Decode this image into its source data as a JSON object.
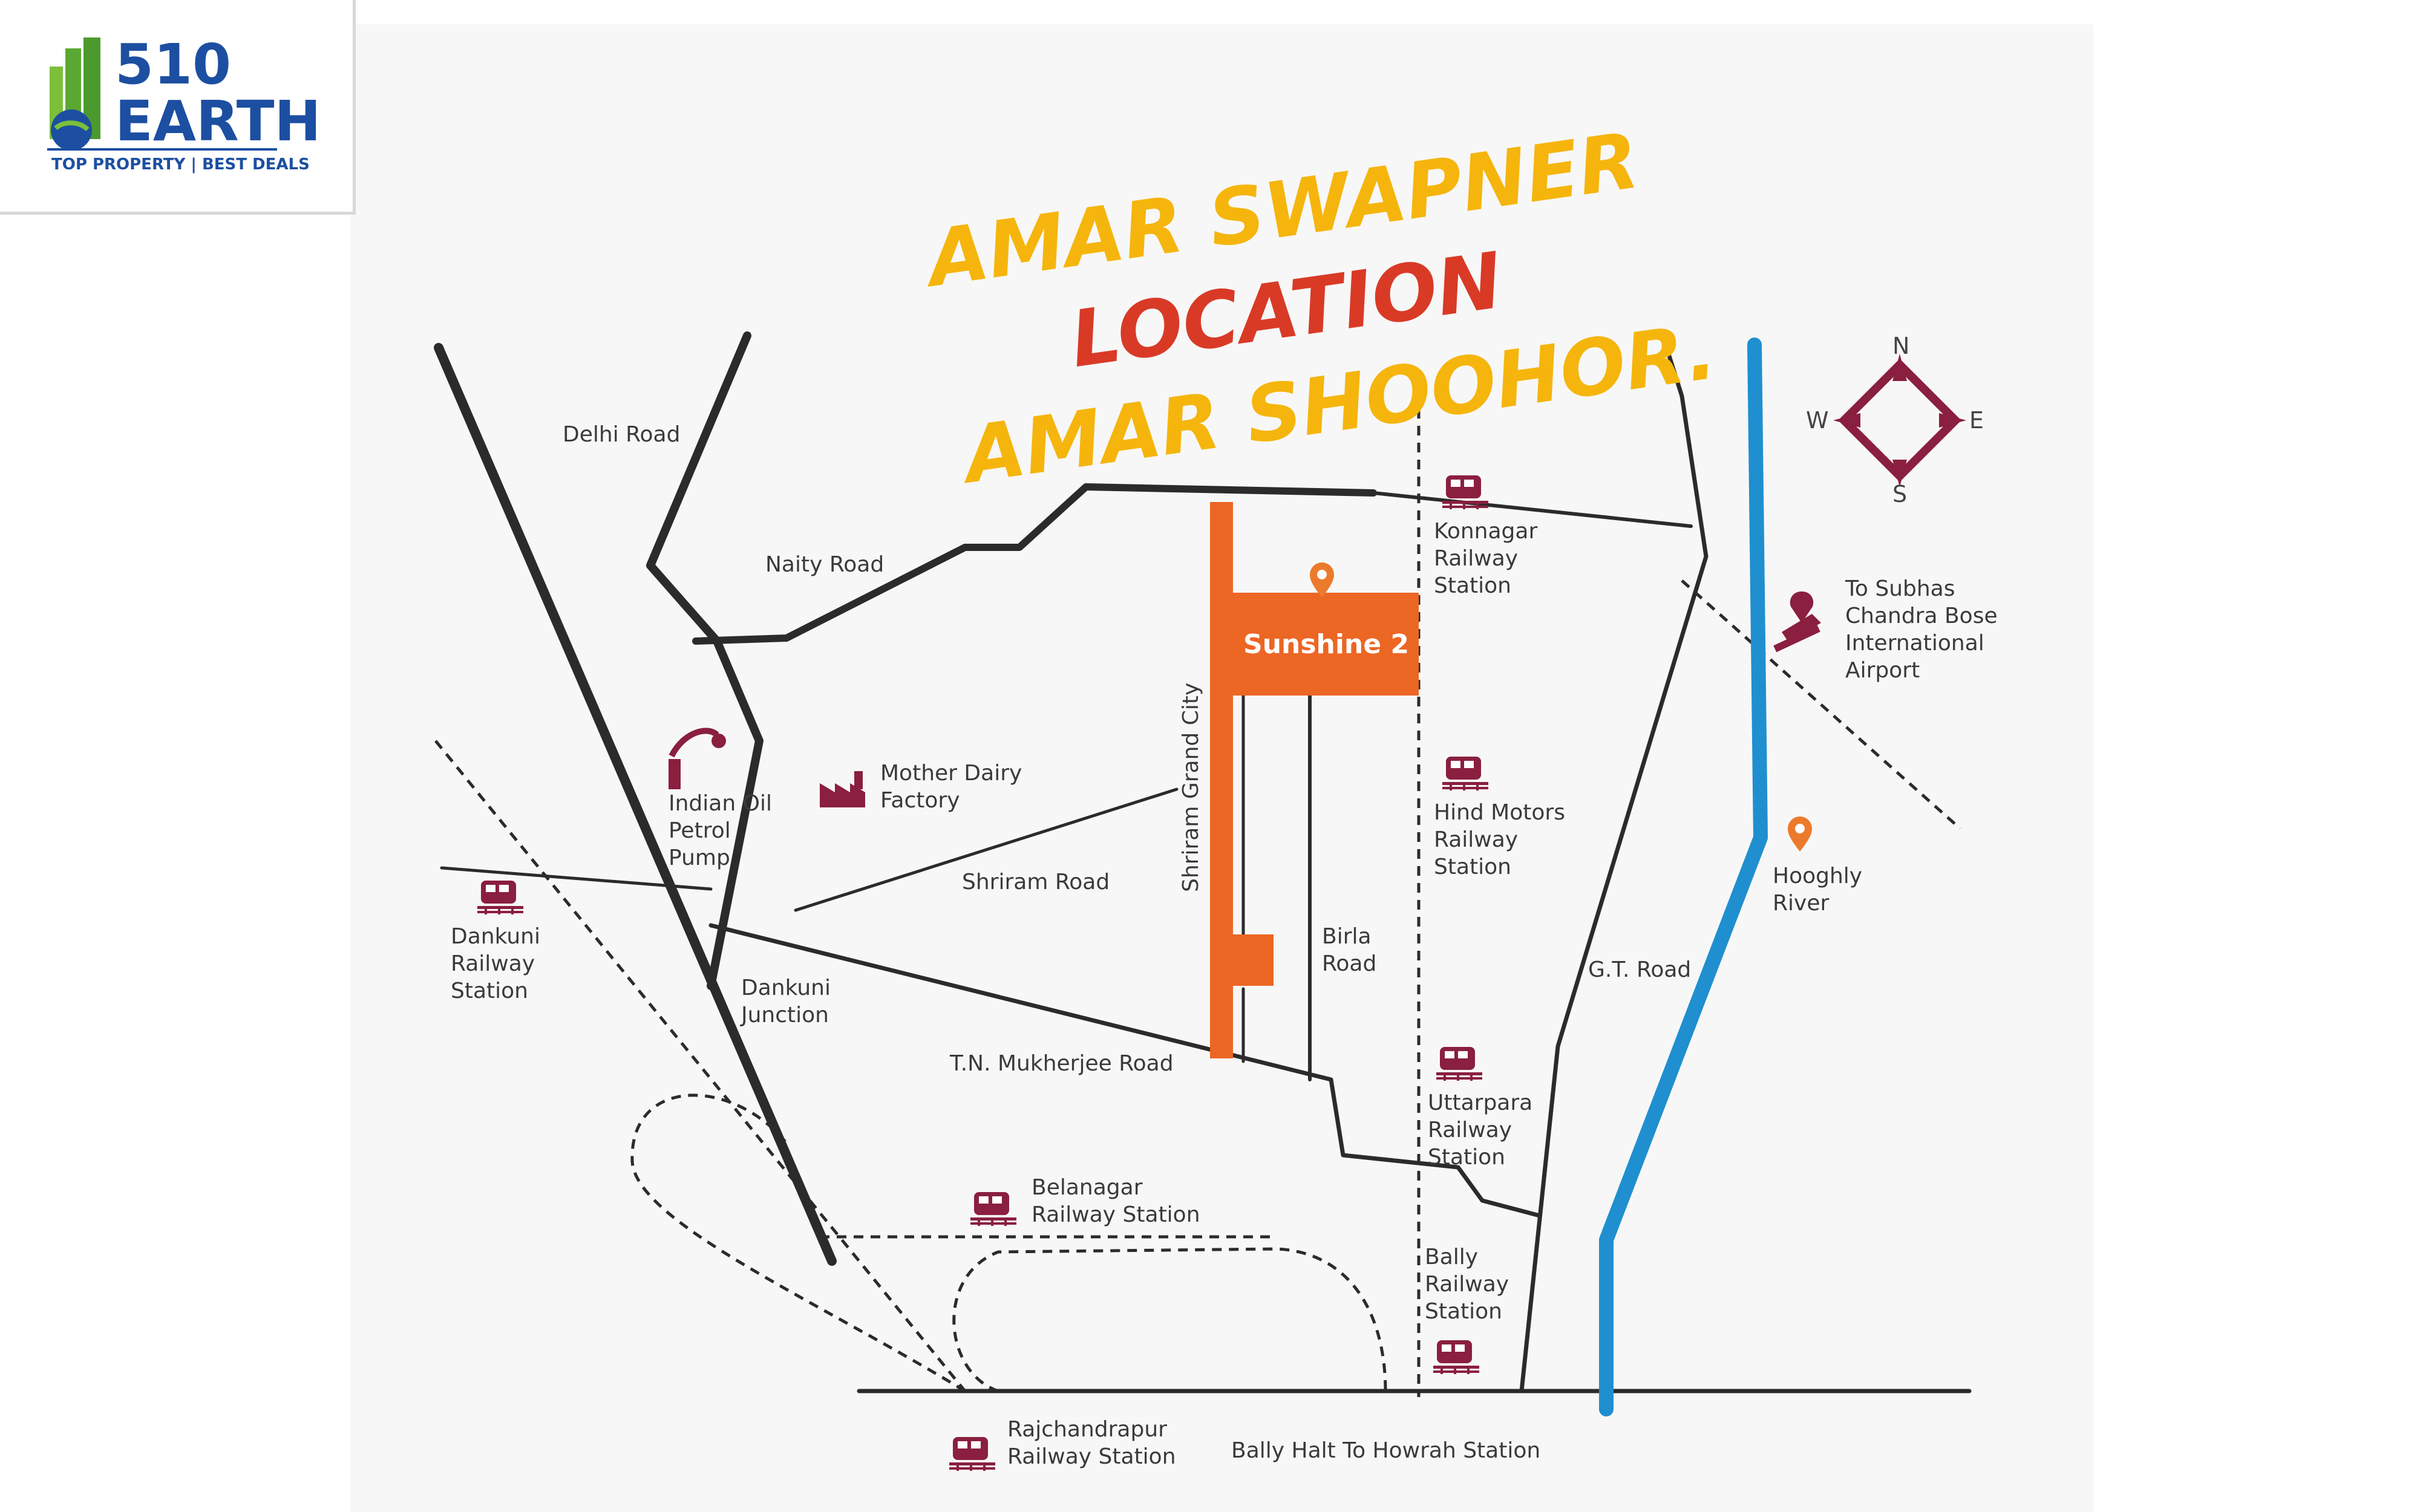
{
  "logo": {
    "line1": "510",
    "line2": "EARTH",
    "tagline": "TOP PROPERTY | BEST DEALS"
  },
  "headline": {
    "line1": "AMAR SWAPNER",
    "line2": "LOCATION",
    "line3": "AMAR SHOOHOR."
  },
  "compass": {
    "n": "N",
    "s": "S",
    "e": "E",
    "w": "W"
  },
  "project": {
    "name": "Sunshine 2",
    "road": "Shriram Grand City"
  },
  "roads": {
    "delhi": "Delhi Road",
    "naity": "Naity Road",
    "shriram": "Shriram Road",
    "tn_mukherjee": "T.N. Mukherjee Road",
    "birla_1": "Birla",
    "birla_2": "Road",
    "gt": "G.T. Road",
    "bally_halt": "Bally Halt To Howrah Station"
  },
  "places": {
    "indian_oil": [
      "Indian Oil",
      "Petrol",
      "Pump"
    ],
    "mother_dairy": [
      "Mother Dairy",
      "Factory"
    ],
    "dankuni_junction": [
      "Dankuni",
      "Junction"
    ],
    "airport": [
      "To Subhas",
      "Chandra Bose",
      "International",
      "Airport"
    ],
    "hooghly": [
      "Hooghly",
      "River"
    ]
  },
  "stations": {
    "konnagar": [
      "Konnagar",
      "Railway",
      "Station"
    ],
    "hind_motors": [
      "Hind Motors",
      "Railway",
      "Station"
    ],
    "uttarpara": [
      "Uttarpara",
      "Railway",
      "Station"
    ],
    "bally": [
      "Bally",
      "Railway",
      "Station"
    ],
    "dankuni": [
      "Dankuni",
      "Railway",
      "Station"
    ],
    "belanagar": [
      "Belanagar",
      "Railway Station"
    ],
    "rajchandrapur": [
      "Rajchandrapur",
      "Railway Station"
    ]
  },
  "colors": {
    "headline_yellow": "#f5b50c",
    "headline_red": "#d93a26",
    "project_orange": "#ec6624",
    "river_blue": "#1f8fd0",
    "road_dark": "#2b2b2b",
    "icon_maroon": "#8a1f3f",
    "pin_orange": "#ec7a2c"
  }
}
